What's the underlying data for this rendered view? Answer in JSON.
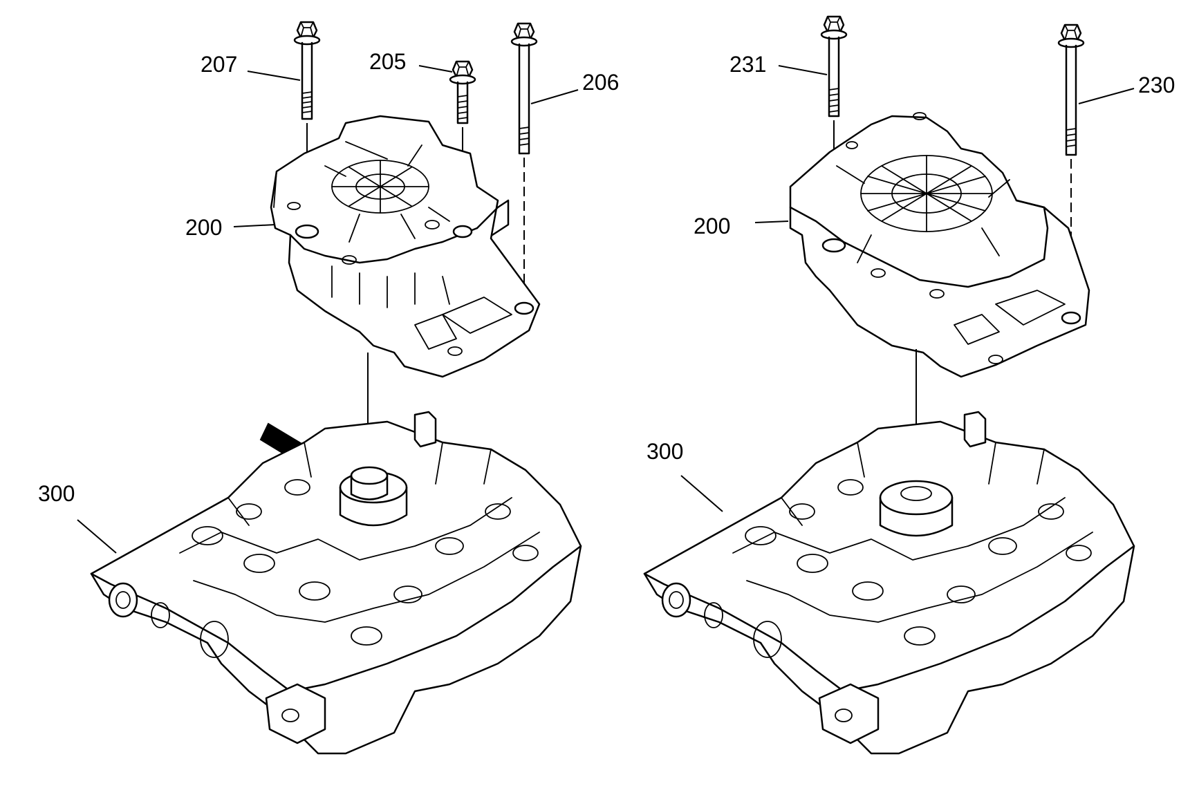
{
  "callouts": {
    "left": {
      "bolt_207": "207",
      "bolt_205": "205",
      "bolt_206": "206",
      "cover_200": "200",
      "valve_body_300": "300"
    },
    "right": {
      "bolt_231": "231",
      "bolt_230": "230",
      "cover_200": "200",
      "valve_body_300": "300"
    }
  },
  "icons": {
    "arrow": "direction-arrow-icon",
    "bolt": "hex-flange-bolt-icon"
  },
  "colors": {
    "line": "#000000",
    "background": "#ffffff"
  }
}
